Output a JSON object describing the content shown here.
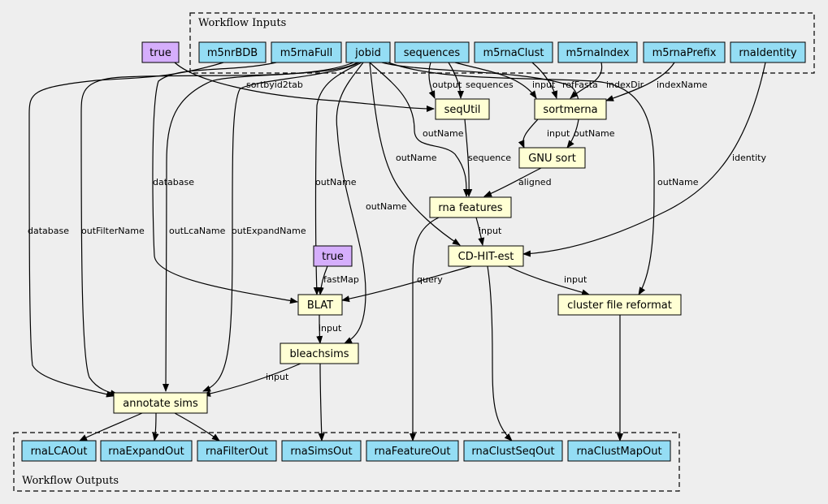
{
  "clusters": {
    "inputs": "Workflow Inputs",
    "outputs": "Workflow Outputs"
  },
  "colors": {
    "input": "#94ddf4",
    "step": "#ffffd4",
    "param": "#d5aefc",
    "output": "#94ddf4"
  },
  "nodes": {
    "true1": "true",
    "m5nrBDB": "m5nrBDB",
    "m5rnaFull": "m5rnaFull",
    "jobid": "jobid",
    "sequences": "sequences",
    "m5rnaClust": "m5rnaClust",
    "m5rnaIndex": "m5rnaIndex",
    "m5rnaPrefix": "m5rnaPrefix",
    "rnaIdentity": "rnaIdentity",
    "seqUtil": "seqUtil",
    "sortmerna": "sortmerna",
    "gnuSort": "GNU sort",
    "rnaFeatures": "rna features",
    "cdhit": "CD-HIT-est",
    "true2": "true",
    "blat": "BLAT",
    "clusterReformat": "cluster file reformat",
    "bleachsims": "bleachsims",
    "annotate": "annotate sims",
    "rnaLCAOut": "rnaLCAOut",
    "rnaExpandOut": "rnaExpandOut",
    "rnaFilterOut": "rnaFilterOut",
    "rnaSimsOut": "rnaSimsOut",
    "rnaFeatureOut": "rnaFeatureOut",
    "rnaClustSeqOut": "rnaClustSeqOut",
    "rnaClustMapOut": "rnaClustMapOut"
  },
  "edge_labels": {
    "sortbyid2tab": "sortbyid2tab",
    "output": "output",
    "sequences": "sequences",
    "input_sm": "input",
    "refFasta": "refFasta",
    "indexDir": "indexDir",
    "indexName": "indexName",
    "outName_rf": "outName",
    "sequence": "sequence",
    "input_gs": "input",
    "outName_gs": "outName",
    "aligned": "aligned",
    "outName_cd": "outName",
    "identity": "identity",
    "database_blat": "database",
    "outName_blat": "outName",
    "outName_bs": "outName",
    "outName_cfr": "outName",
    "input_cd": "input",
    "fastMap": "fastMap",
    "query": "query",
    "input_cfr": "input",
    "input_bs": "input",
    "database_an": "database",
    "outFilterName": "outFilterName",
    "outLcaName": "outLcaName",
    "outExpandName": "outExpandName",
    "input_an": "input"
  }
}
